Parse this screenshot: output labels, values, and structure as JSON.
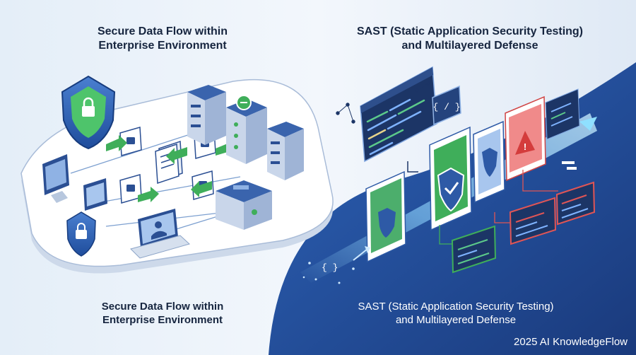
{
  "left_panel": {
    "title_top": [
      "Secure Data Flow within",
      "Enterprise Environment"
    ],
    "title_bottom": [
      "Secure Data Flow within",
      "Enterprise Environment"
    ]
  },
  "right_panel": {
    "title_top": [
      "SAST (Static Application Security Testing)",
      "and Multilayered Defense"
    ],
    "title_bottom": [
      "SAST (Static Application Security Testing)",
      "and Multilayered Defense"
    ],
    "code_badge_top": "{ / }",
    "code_badge_bottom": "{ }",
    "warning_glyph": "!"
  },
  "footer": {
    "watermark": "2025 AI KnowledgeFlow"
  },
  "colors": {
    "navy": "#1f3f86",
    "blue": "#2f5eb0",
    "green": "#3fae5a",
    "red": "#e05555",
    "panel_bg": "#eef4fb"
  }
}
